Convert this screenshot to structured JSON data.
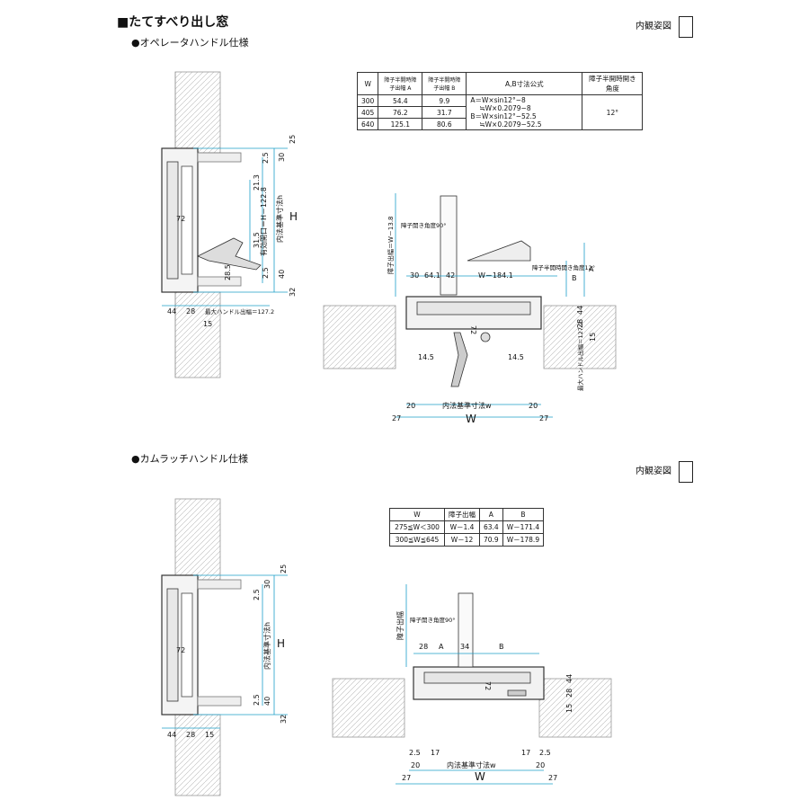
{
  "title": "■たてすべり出し窓",
  "section1": {
    "subtitle": "●オペレータハンドル仕様",
    "view_label": "内観姿図",
    "table": {
      "headers": [
        "W",
        "障子半開時障子出幅 A",
        "障子半開時障子出幅 B",
        "A,B寸法公式",
        "障子半開時開き角度"
      ],
      "rows": [
        [
          "300",
          "54.4",
          "9.9"
        ],
        [
          "405",
          "76.2",
          "31.7"
        ],
        [
          "640",
          "125.1",
          "80.6"
        ]
      ],
      "formula_lines": [
        "A＝W×sin12°−8",
        "≒W×0.2079−8",
        "B＝W×sin12°−52.5",
        "≒W×0.2079−52.5"
      ],
      "angle": "12°"
    },
    "left_dims": [
      "25",
      "30",
      "2.5",
      "21.3",
      "有効開口＝H－122.8",
      "内法基準寸法h",
      "H",
      "72",
      "31.5",
      "28.5",
      "2.5",
      "40",
      "32",
      "44",
      "28",
      "最大ハンドル出幅＝127.2",
      "15"
    ],
    "right_dims": [
      "障子出幅＝W－13.8",
      "障子開き角度90°",
      "30",
      "64.1",
      "42",
      "W－184.1",
      "障子半開時開き角度12°",
      "B",
      "A",
      "72",
      "44",
      "28",
      "15",
      "最大ハンドル出幅＝127.2",
      "14.5",
      "14.5",
      "20",
      "内法基準寸法w",
      "20",
      "27",
      "W",
      "27"
    ]
  },
  "section2": {
    "subtitle": "●カムラッチハンドル仕様",
    "view_label": "内観姿図",
    "table": {
      "headers": [
        "W",
        "障子出幅",
        "A",
        "B"
      ],
      "rows": [
        [
          "275≦W＜300",
          "W－1.4",
          "63.4",
          "W－171.4"
        ],
        [
          "300≦W≦645",
          "W－12",
          "70.9",
          "W－178.9"
        ]
      ]
    },
    "left_dims": [
      "25",
      "30",
      "2.5",
      "内法基準寸法h",
      "H",
      "72",
      "2.5",
      "40",
      "32",
      "44",
      "28",
      "15"
    ],
    "right_dims": [
      "障子出幅",
      "障子開き角度90°",
      "28",
      "A",
      "34",
      "B",
      "72",
      "44",
      "28",
      "15",
      "2.5",
      "17",
      "17",
      "2.5",
      "20",
      "内法基準寸法w",
      "20",
      "27",
      "W",
      "27"
    ]
  }
}
